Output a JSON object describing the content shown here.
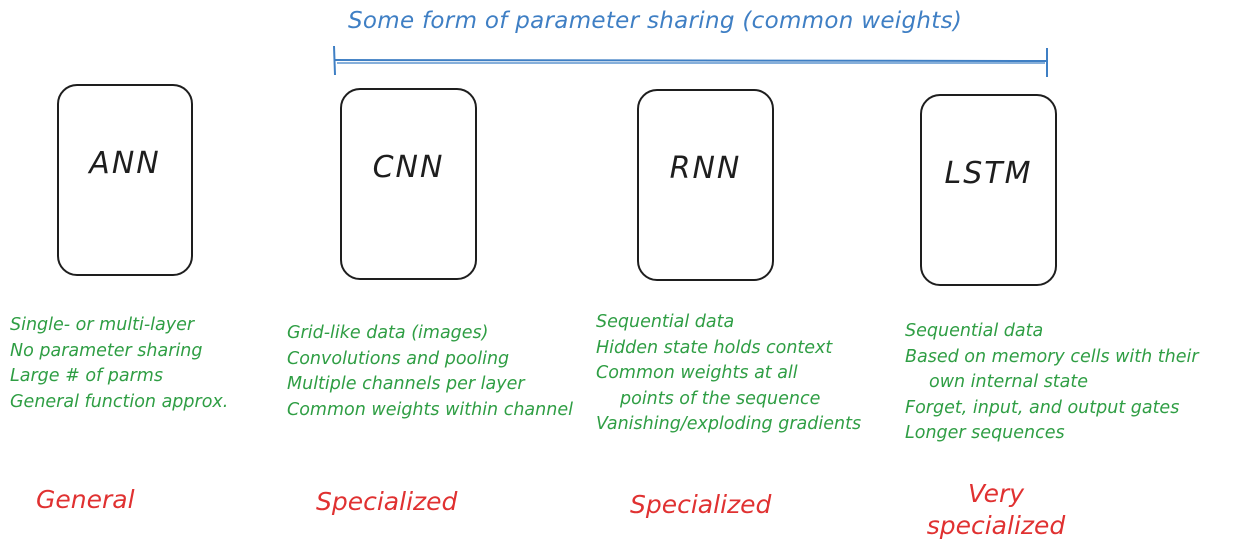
{
  "banner": "Some form of parameter sharing (common weights)",
  "colors": {
    "blue": "#3f7fc4",
    "green": "#2f9e44",
    "red": "#e03131",
    "ink": "#1e1e1e"
  },
  "models": [
    {
      "name": "ANN",
      "features": [
        "Single- or multi-layer",
        "No parameter sharing",
        "Large # of parms",
        "General function approx."
      ],
      "specialization": [
        "General"
      ]
    },
    {
      "name": "CNN",
      "features": [
        "Grid-like data (images)",
        "Convolutions and pooling",
        "Multiple channels per layer",
        "Common weights within channel"
      ],
      "specialization": [
        "Specialized"
      ]
    },
    {
      "name": "RNN",
      "features": [
        "Sequential data",
        "Hidden state holds context",
        "Common weights at all",
        "points of the sequence",
        "Vanishing/exploding gradients"
      ],
      "specialization": [
        "Specialized"
      ]
    },
    {
      "name": "LSTM",
      "features": [
        "Sequential data",
        "Based on memory cells with their",
        "own internal state",
        "Forget, input, and output gates",
        "Longer sequences"
      ],
      "specialization": [
        "Very",
        "specialized"
      ]
    }
  ]
}
